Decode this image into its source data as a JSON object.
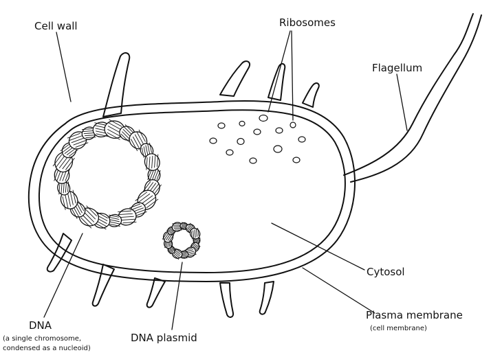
{
  "labels": {
    "cell_wall": "Cell wall",
    "ribosomes": "Ribosomes",
    "flagellum": "Flagellum",
    "cytosol": "Cytosol",
    "plasma_membrane": "Plasma membrane",
    "plasma_membrane_note": "(cell membrane)",
    "dna": "DNA",
    "dna_note_line1": "(a single chromosome,",
    "dna_note_line2": "condensed as a nucleoid)",
    "dna_plasmid": "DNA plasmid"
  }
}
